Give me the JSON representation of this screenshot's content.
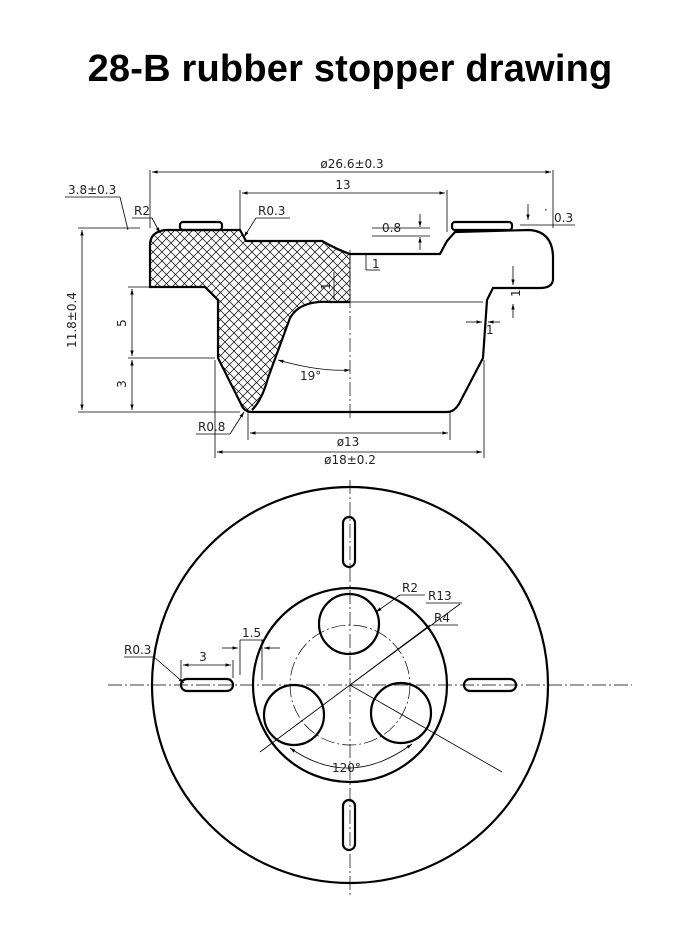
{
  "title": "28-B rubber stopper drawing",
  "section_view": {
    "dims": {
      "overall_diameter": "ø26.6±0.3",
      "top_width": "13",
      "flange_thickness": "3.8±0.3",
      "corner_radius": "R2",
      "small_radius": "R0.3",
      "groove_depth": "0.8",
      "edge_thickness": "0.3",
      "step_one": "1",
      "side_step": "1",
      "side_offset": "1",
      "overall_height": "11.8±0.4",
      "plug_height": "5",
      "tip_height": "3",
      "taper_angle": "19°",
      "tip_radius": "R0.8",
      "bottom_diameter": "ø13",
      "plug_diameter": "ø18±0.2"
    }
  },
  "top_view": {
    "dims": {
      "hole_radius": "R2",
      "pitch_radius": "R13",
      "hole_arc_radius": "R4",
      "slot_radius": "R0.3",
      "slot_width": "1.5",
      "slot_length": "3",
      "hole_angle": "120°"
    }
  }
}
